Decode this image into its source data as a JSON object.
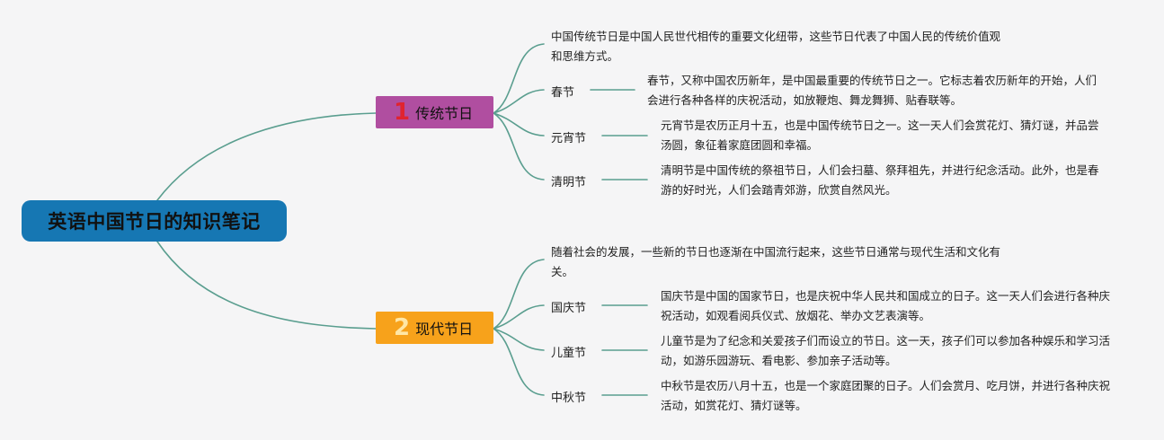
{
  "root": {
    "title": "英语中国节日的知识笔记"
  },
  "branches": [
    {
      "number": "1",
      "label": "传统节日",
      "intro": "中国传统节日是中国人民世代相传的重要文化纽带，这些节日代表了中国人民的传统价值观和思维方式。",
      "items": [
        {
          "label": "春节",
          "desc": "春节，又称中国农历新年，是中国最重要的传统节日之一。它标志着农历新年的开始，人们会进行各种各样的庆祝活动，如放鞭炮、舞龙舞狮、贴春联等。"
        },
        {
          "label": "元宵节",
          "desc": "元宵节是农历正月十五，也是中国传统节日之一。这一天人们会赏花灯、猜灯谜，并品尝汤圆，象征着家庭团圆和幸福。"
        },
        {
          "label": "清明节",
          "desc": "清明节是中国传统的祭祖节日，人们会扫墓、祭拜祖先，并进行纪念活动。此外，也是春游的好时光，人们会踏青郊游，欣赏自然风光。"
        }
      ]
    },
    {
      "number": "2",
      "label": "现代节日",
      "intro": "随着社会的发展，一些新的节日也逐渐在中国流行起来，这些节日通常与现代生活和文化有关。",
      "items": [
        {
          "label": "国庆节",
          "desc": "国庆节是中国的国家节日，也是庆祝中华人民共和国成立的日子。这一天人们会进行各种庆祝活动，如观看阅兵仪式、放烟花、举办文艺表演等。"
        },
        {
          "label": "儿童节",
          "desc": "儿童节是为了纪念和关爱孩子们而设立的节日。这一天，孩子们可以参加各种娱乐和学习活动，如游乐园游玩、看电影、参加亲子活动等。"
        },
        {
          "label": "中秋节",
          "desc": "中秋节是农历八月十五，也是一个家庭团聚的日子。人们会赏月、吃月饼，并进行各种庆祝活动，如赏花灯、猜灯谜等。"
        }
      ]
    }
  ],
  "colors": {
    "line": "#5a9e8f",
    "root_bg": "#1677b3",
    "branch1_bg": "#b04ea0",
    "branch2_bg": "#f7a21b"
  }
}
